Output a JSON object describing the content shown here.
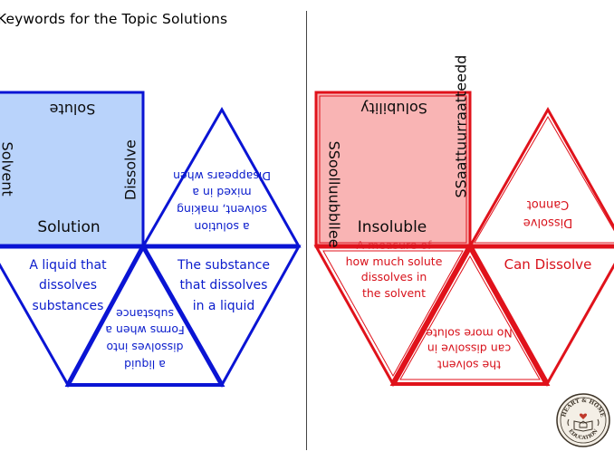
{
  "page": {
    "title": "Keywords for the Topic Solutions"
  },
  "colors": {
    "blue_stroke": "#0a14d4",
    "blue_fill": "#b9d3fb",
    "red_stroke": "#e0121b",
    "red_fill": "#f9b4b4",
    "divider": "#444444"
  },
  "blue_puzzle": {
    "square": {
      "top_text": "Solute",
      "left_text": "Solvent",
      "right_text": "Dissolve",
      "bottom_text": "Solution"
    },
    "triangles": {
      "top_right": [
        "Disappears when",
        "mixed in a",
        "solvent, making",
        "a solution"
      ],
      "bottom_left": [
        "A liquid that",
        "dissolves",
        "substances"
      ],
      "bottom_middle": [
        "Forms when a",
        "substance",
        "dissolves into",
        "a liquid"
      ],
      "bottom_right": [
        "The substance",
        "that dissolves",
        "in a liquid"
      ]
    }
  },
  "red_puzzle": {
    "square": {
      "top_text": "Solubility",
      "left_text": "SSoolluubbllee",
      "right_text": "SSaattuurraatteedd",
      "bottom_text": "Insoluble"
    },
    "triangles": {
      "top_right": [
        "Cannot",
        "Dissolve"
      ],
      "bottom_left": [
        "A measure of",
        "how much solute",
        "dissolves in",
        "the solvent"
      ],
      "bottom_middle": [
        "No more solute",
        "can dissolve in",
        "the solvent"
      ],
      "bottom_right": [
        "Can Dissolve"
      ]
    }
  },
  "logo": {
    "top_text": "HEART & HOME",
    "bottom_text": "EDUCATION"
  }
}
